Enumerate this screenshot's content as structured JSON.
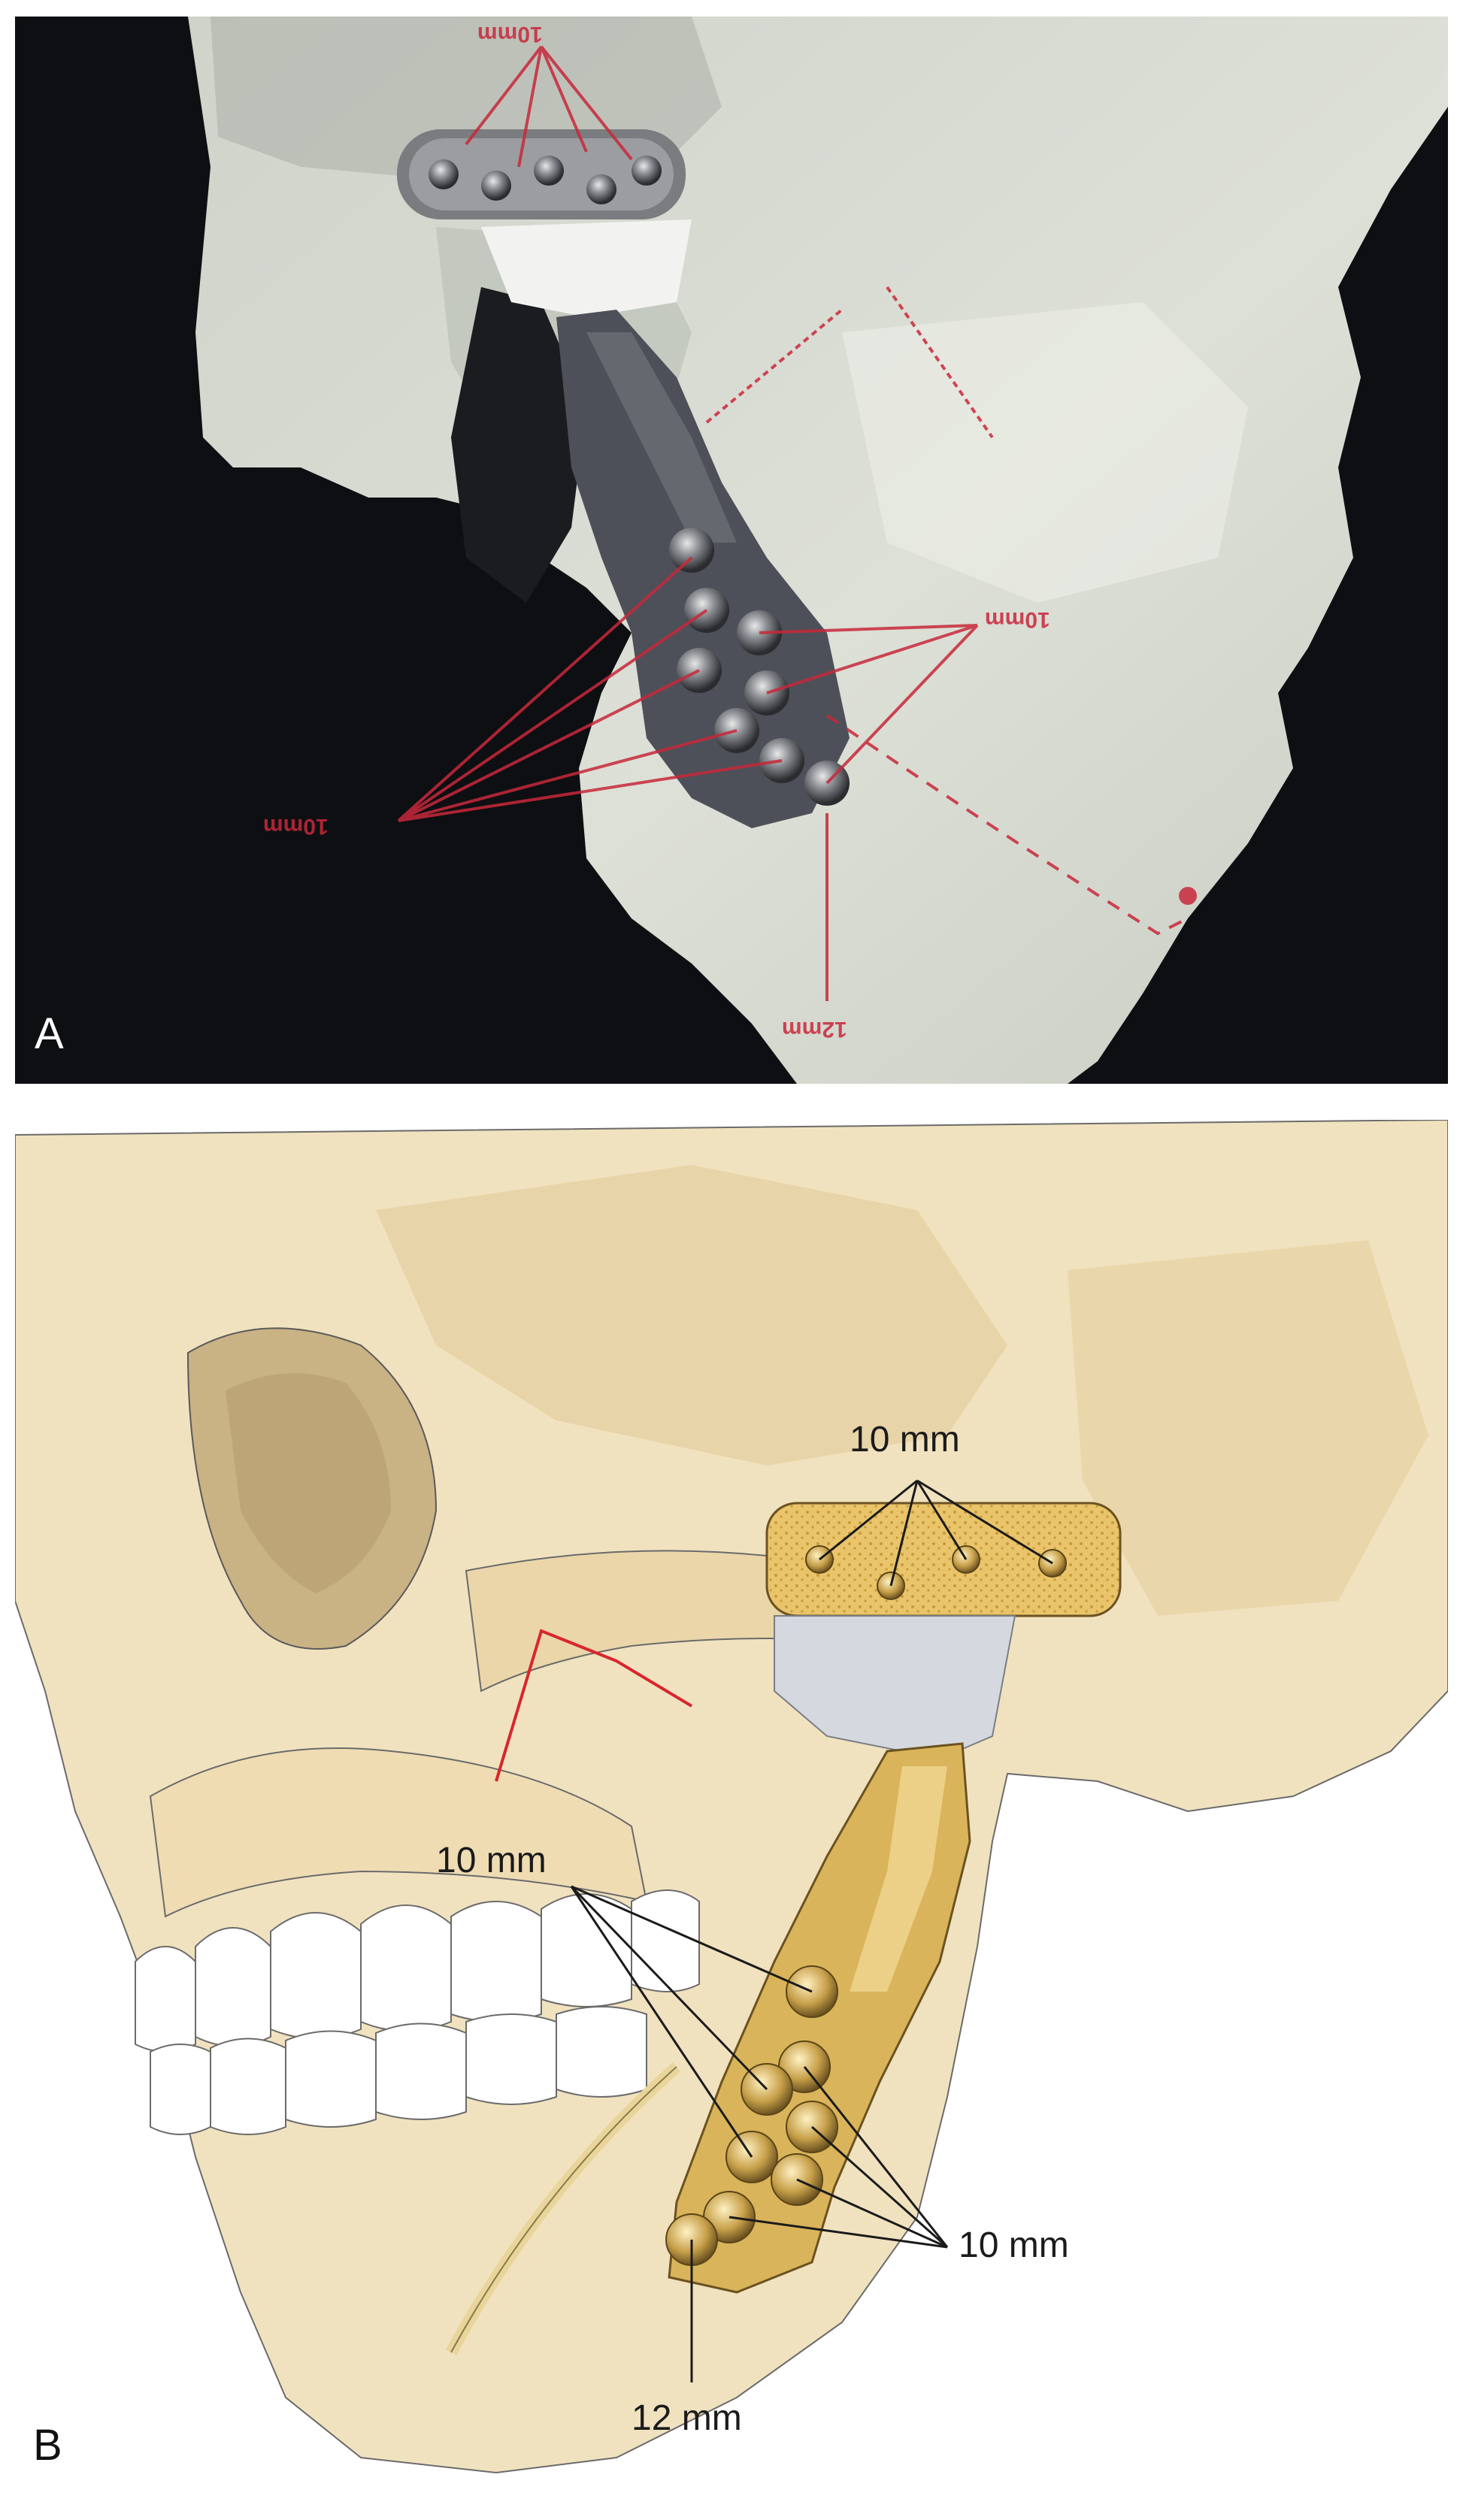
{
  "panels": {
    "a": {
      "letter": "A"
    },
    "b": {
      "letter": "B"
    }
  },
  "measurements_a": {
    "top": "10mm",
    "right": "10mm",
    "left": "10mm",
    "bottom": "12mm"
  },
  "measurements_b": {
    "fossa_screws": "10 mm",
    "ramus_upper": "10 mm",
    "ramus_lower": "10 mm",
    "ramus_inferior": "12 mm"
  },
  "colors": {
    "photo_background": "#0d0f12",
    "bone_model": "#d9ddd4",
    "annotation_red": "#c8283a",
    "skull_fill": "#f1e2bf",
    "prosthesis_gold": "#d9b45a",
    "fossa_component": "#d5d8de"
  }
}
